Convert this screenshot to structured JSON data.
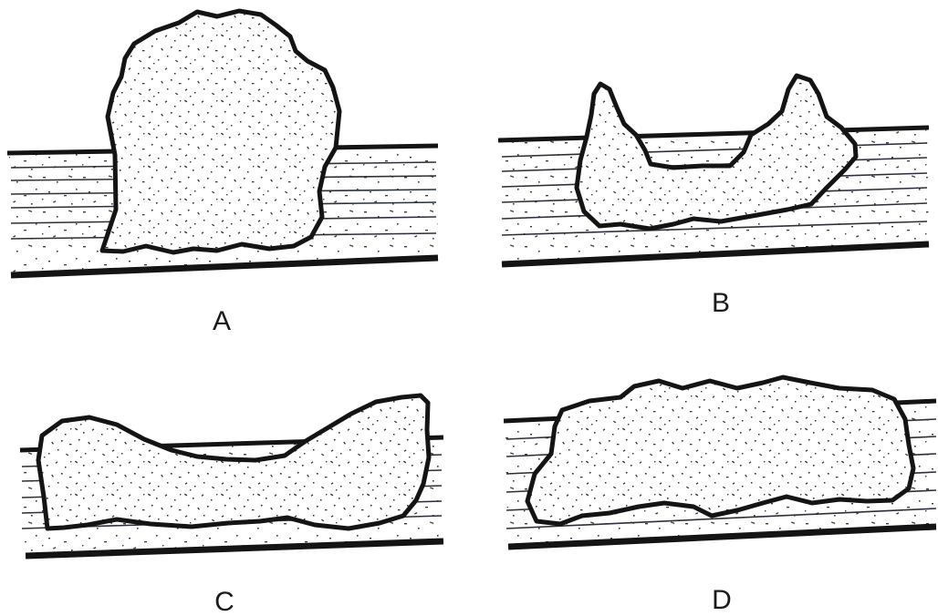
{
  "panels": [
    {
      "label": "A"
    },
    {
      "label": "B"
    },
    {
      "label": "C"
    },
    {
      "label": "D"
    }
  ],
  "colors": {
    "ink": "#141414",
    "thin_line": "#2b3038",
    "background": "#ffffff",
    "stipple": "#3a3a3a"
  }
}
